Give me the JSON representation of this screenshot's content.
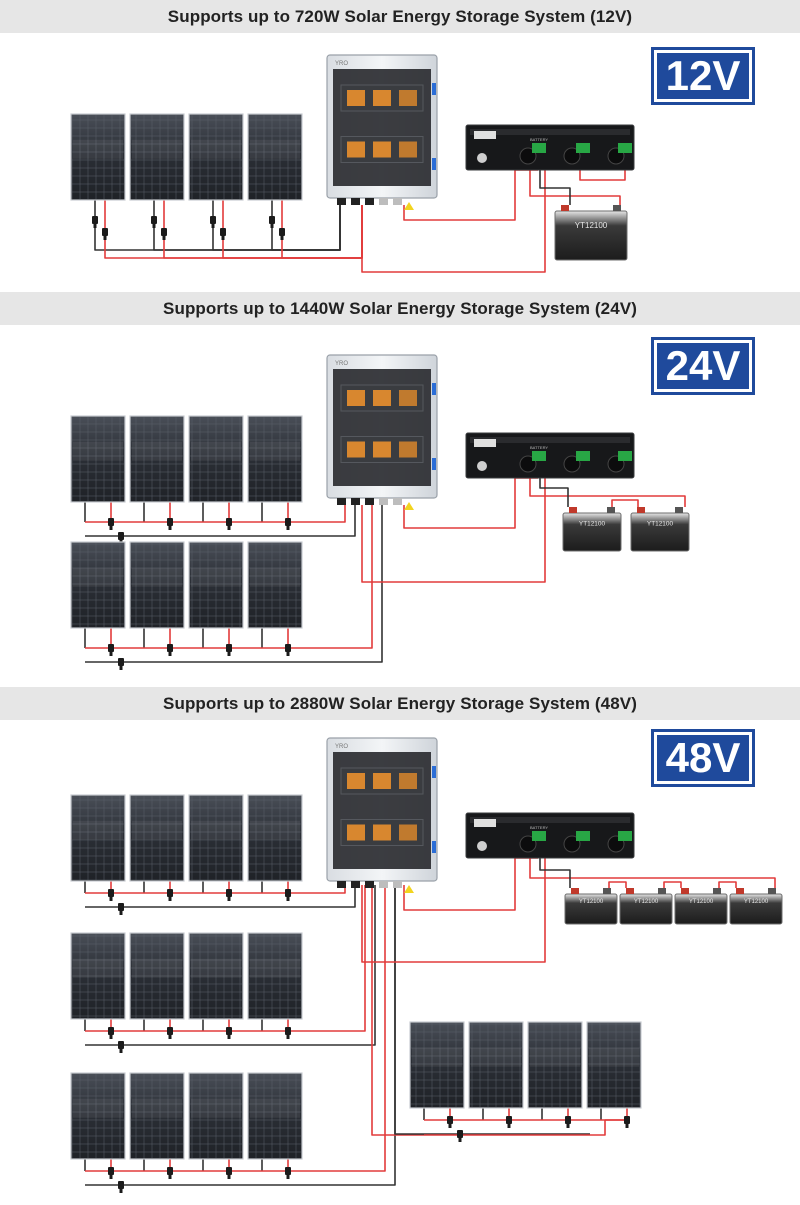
{
  "sections": [
    {
      "title": "Supports up to 720W Solar Energy Storage System (12V)",
      "badge": "12V",
      "panels": 4,
      "batteries": 1
    },
    {
      "title": "Supports up to 1440W Solar Energy Storage System (24V)",
      "badge": "24V",
      "panels": 8,
      "batteries": 2
    },
    {
      "title": "Supports up to 2880W Solar Energy Storage System (48V)",
      "badge": "48V",
      "panels": 16,
      "batteries": 4
    }
  ],
  "labels": {
    "combiner_brand": "YRO",
    "battery_model": "YT12100",
    "controller_label": "BATTERY"
  },
  "colors": {
    "badge_blue": "#1f4a9c",
    "wire_red": "#e23b3b",
    "wire_black": "#333333",
    "panel_dark": "#2b2f36",
    "band_grey": "#e6e6e6"
  }
}
